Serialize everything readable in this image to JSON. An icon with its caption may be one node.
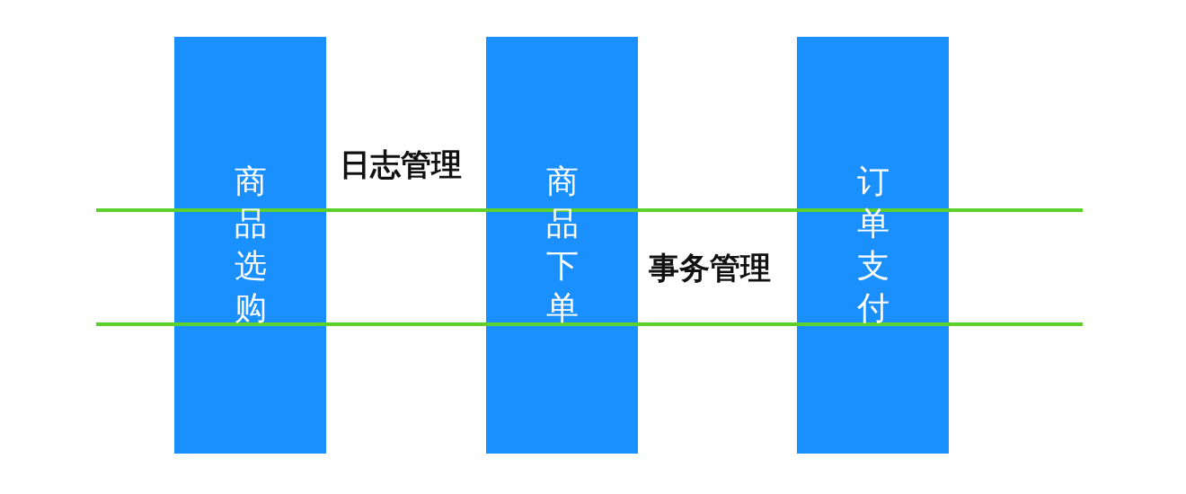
{
  "diagram": {
    "nodes": [
      {
        "text": [
          "商品选购"
        ]
      },
      {
        "text": [
          "商品下单"
        ]
      },
      {
        "text": [
          "订单支付"
        ]
      }
    ],
    "labels": [
      "日志管理",
      "事务管理"
    ]
  }
}
